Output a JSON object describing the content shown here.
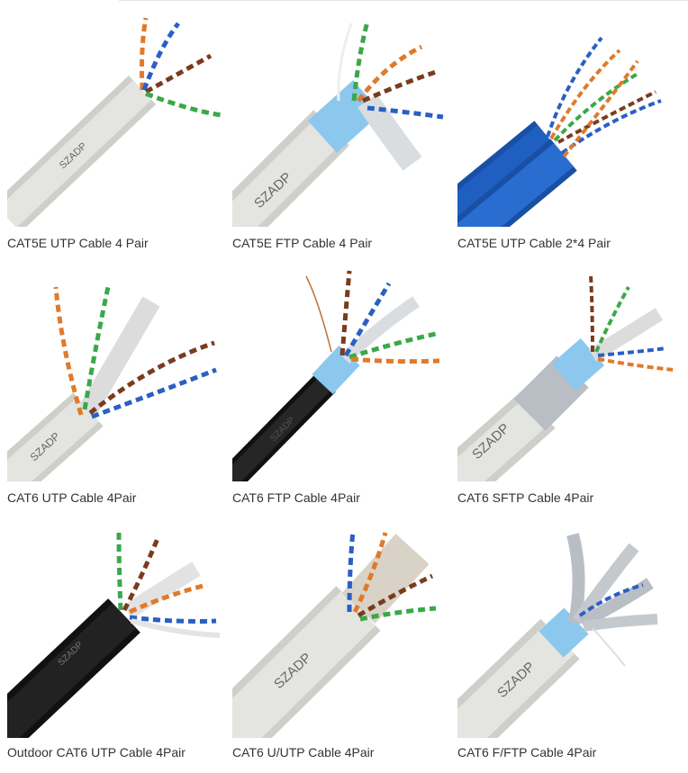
{
  "brand_print": "SZADP",
  "colors": {
    "jacket_grey": "#dcdcd8",
    "jacket_blue": "#1f5fbf",
    "jacket_black": "#1b1b1b",
    "foil_blue": "#8cc8ee",
    "foil_silver": "#b9bec4",
    "pair_orange": "#e07a2a",
    "pair_green": "#3aa84a",
    "pair_blue": "#2a5fc4",
    "pair_brown": "#7a3b1e",
    "caption_text": "#333333"
  },
  "products": [
    {
      "label": "CAT5E UTP Cable 4 Pair"
    },
    {
      "label": "CAT5E FTP Cable 4 Pair"
    },
    {
      "label": "CAT5E UTP Cable 2*4 Pair"
    },
    {
      "label": "CAT6 UTP Cable 4Pair"
    },
    {
      "label": "CAT6 FTP Cable 4Pair"
    },
    {
      "label": "CAT6 SFTP Cable 4Pair"
    },
    {
      "label": "Outdoor CAT6 UTP Cable 4Pair"
    },
    {
      "label": "CAT6 U/UTP Cable 4Pair"
    },
    {
      "label": "CAT6 F/FTP Cable 4Pair"
    }
  ]
}
